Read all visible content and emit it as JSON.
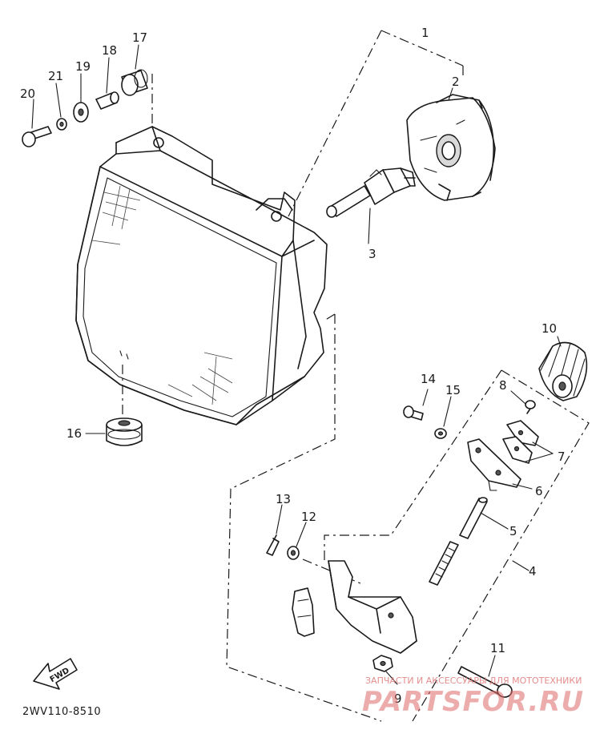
{
  "diagram": {
    "drawing_code": "2WV110-8510",
    "direction_label": "FWD",
    "callouts": [
      "1",
      "2",
      "3",
      "4",
      "5",
      "6",
      "7",
      "8",
      "9",
      "10",
      "11",
      "12",
      "13",
      "14",
      "15",
      "16",
      "17",
      "18",
      "19",
      "20",
      "21"
    ]
  },
  "watermark": {
    "tagline": "ЗАПЧАСТИ И АКСЕССУАРЫ ДЛЯ МОТОТЕХНИКИ",
    "brand": "PARTSFOR.RU"
  },
  "colors": {
    "ink": "#1a1a1a",
    "watermark": "#e06a6a"
  }
}
